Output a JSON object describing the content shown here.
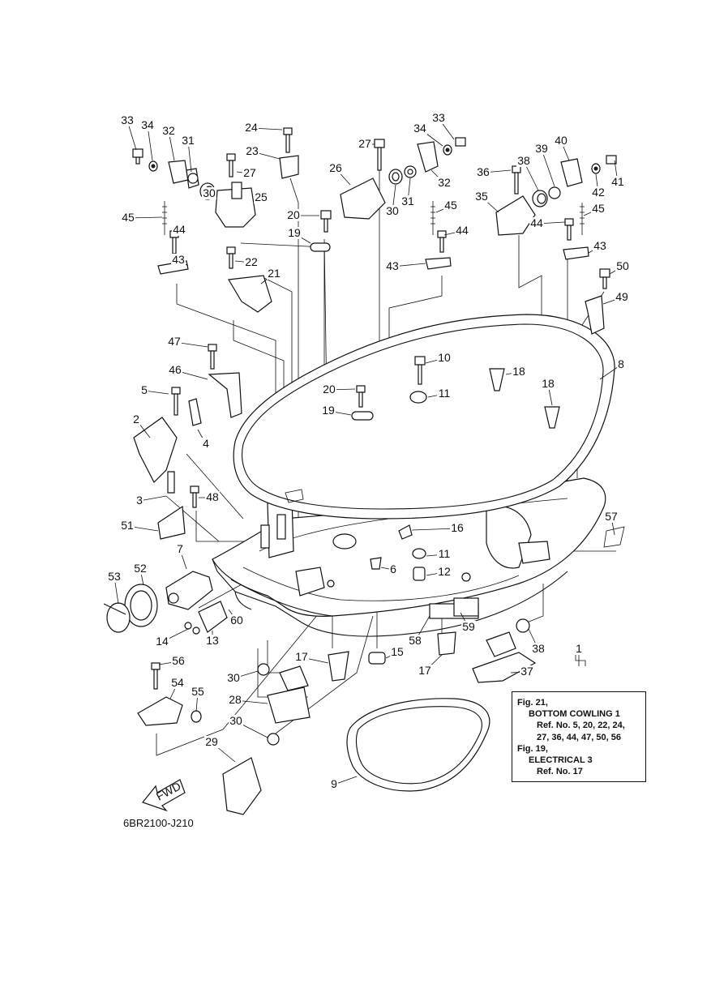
{
  "diagram": {
    "code": "6BR2100-J210",
    "fwd_label": "FWD",
    "callout": [
      "Fig. 21,",
      "BOTTOM COWLING 1",
      "Ref. No. 5, 20, 22, 24,",
      "27, 36, 44, 47, 50, 56",
      "Fig. 19,",
      "ELECTRICAL 3",
      "Ref. No. 17"
    ],
    "part_labels": [
      "1",
      "2",
      "3",
      "4",
      "5",
      "6",
      "7",
      "8",
      "9",
      "10",
      "11",
      "11",
      "12",
      "13",
      "14",
      "15",
      "16",
      "17",
      "17",
      "18",
      "18",
      "19",
      "19",
      "20",
      "20",
      "21",
      "22",
      "23",
      "24",
      "25",
      "26",
      "27",
      "27",
      "28",
      "29",
      "30",
      "30",
      "30",
      "30",
      "31",
      "31",
      "32",
      "32",
      "33",
      "33",
      "34",
      "34",
      "35",
      "36",
      "37",
      "38",
      "38",
      "39",
      "40",
      "41",
      "42",
      "43",
      "43",
      "43",
      "44",
      "44",
      "44",
      "45",
      "45",
      "45",
      "46",
      "47",
      "48",
      "49",
      "50",
      "51",
      "52",
      "53",
      "54",
      "55",
      "56",
      "57",
      "58",
      "59",
      "60"
    ]
  }
}
